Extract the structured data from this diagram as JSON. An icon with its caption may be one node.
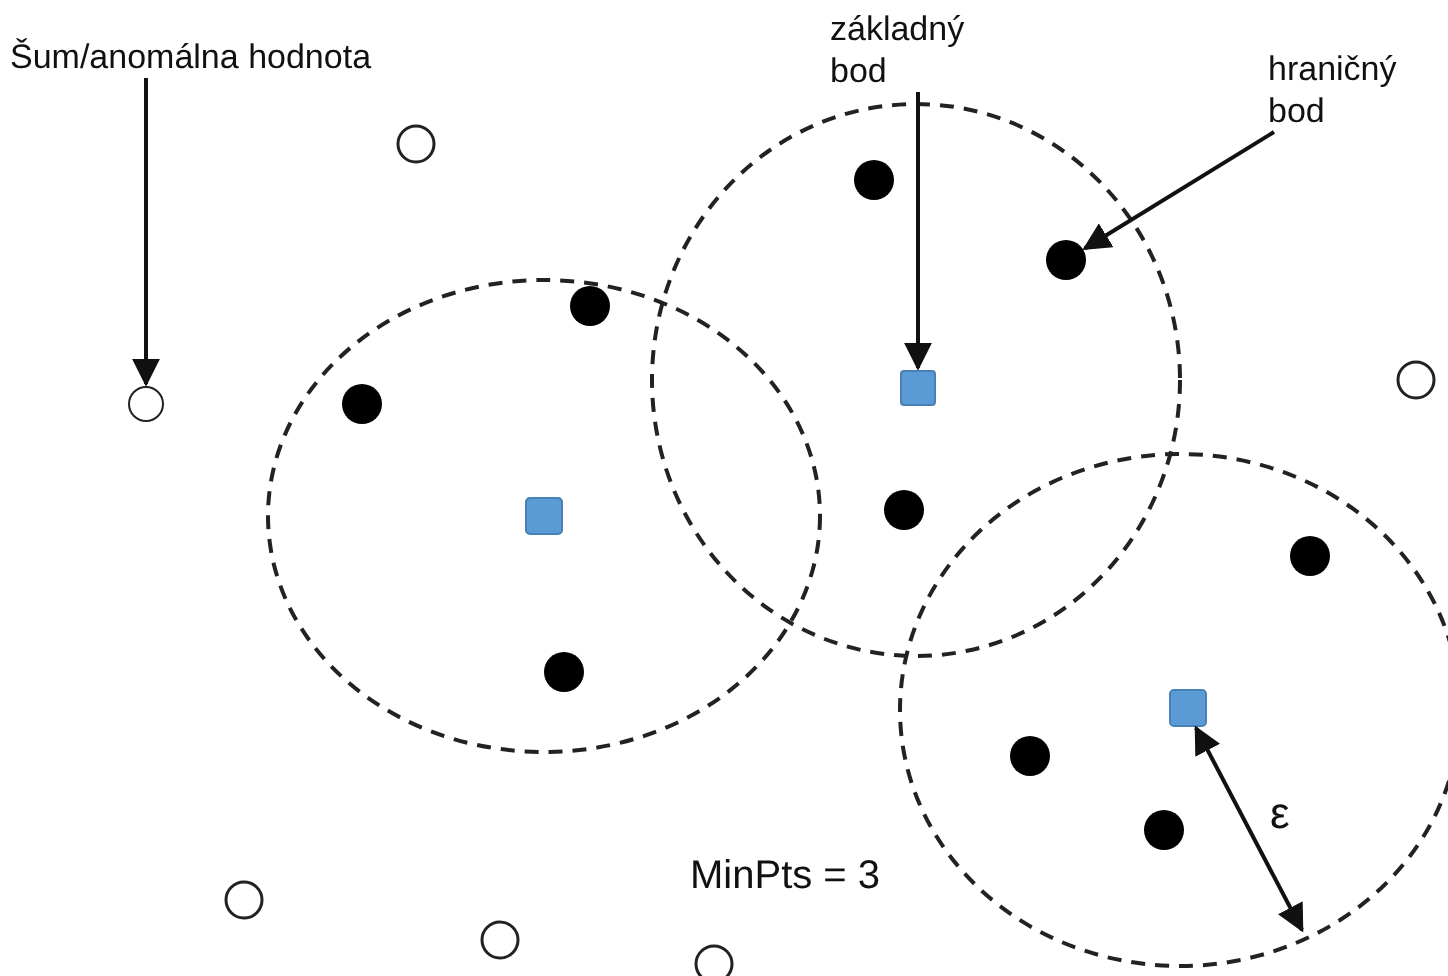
{
  "diagram": {
    "nodes": [
      {
        "text": [
          "Šum/anomálna hodnota"
        ]
      },
      {
        "text": [
          "základný bod"
        ]
      },
      {
        "text": [
          "hraničný bod"
        ]
      },
      {
        "text": [],
        "shape": "circle"
      },
      {
        "text": [],
        "shape": "box"
      },
      {
        "text": [],
        "shape": "circle"
      }
    ],
    "edges": [
      {
        "from": 0,
        "to": 3,
        "arrow": "to"
      },
      {
        "from": 1,
        "to": 4,
        "arrow": "to"
      },
      {
        "from": 2,
        "to": 5,
        "arrow": "to"
      }
    ],
    "labels": [
      "MinPts = 3",
      "ε"
    ]
  }
}
